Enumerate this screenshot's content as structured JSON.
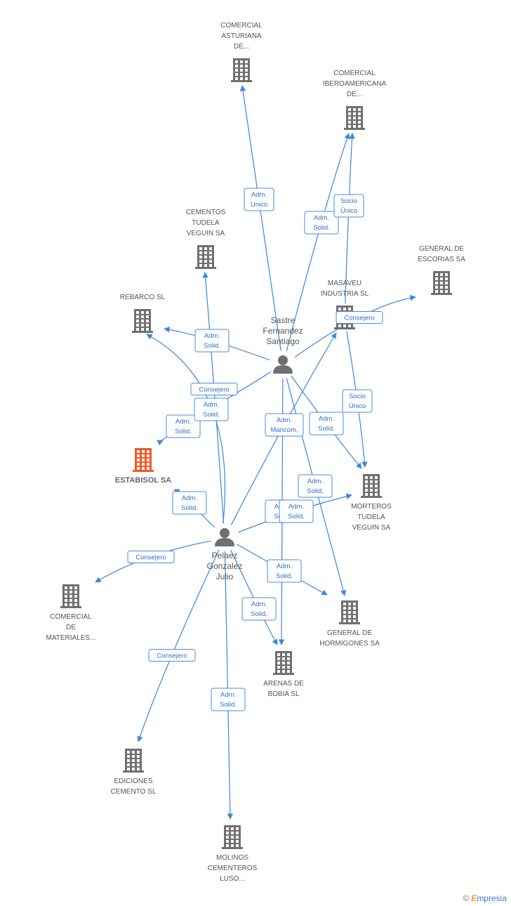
{
  "colors": {
    "edge": "#3d86dc",
    "node": "#707070",
    "focus": "#f05a28",
    "person": "#707070"
  },
  "companies": [
    {
      "id": "comercial_asturiana",
      "lines": [
        "COMERCIAL",
        "ASTURIANA",
        "DE..."
      ],
      "label_pos": "above"
    },
    {
      "id": "comercial_iberoamericana",
      "lines": [
        "COMERCIAL",
        "IBEROAMERICANA",
        "DE..."
      ],
      "label_pos": "above"
    },
    {
      "id": "cementos_tudela",
      "lines": [
        "CEMENTOS",
        "TUDELA",
        "VEGUIN SA"
      ],
      "label_pos": "above"
    },
    {
      "id": "general_escorias",
      "lines": [
        "GENERAL DE",
        "ESCORIAS SA"
      ],
      "label_pos": "above"
    },
    {
      "id": "masaveu",
      "lines": [
        "MASAVEU",
        "INDUSTRIA SL"
      ],
      "label_pos": "above"
    },
    {
      "id": "rebarco",
      "lines": [
        "REBARCO SL"
      ],
      "label_pos": "above"
    },
    {
      "id": "estabisol",
      "lines": [
        "ESTABISOL SA"
      ],
      "label_pos": "below",
      "focus": true
    },
    {
      "id": "morteros",
      "lines": [
        "MORTEROS",
        "TUDELA",
        "VEGUIN SA"
      ],
      "label_pos": "below"
    },
    {
      "id": "comercial_materiales",
      "lines": [
        "COMERCIAL",
        "DE",
        "MATERIALES..."
      ],
      "label_pos": "below"
    },
    {
      "id": "general_hormigones",
      "lines": [
        "GENERAL DE",
        "HORMIGONES SA"
      ],
      "label_pos": "below"
    },
    {
      "id": "arenas_bobia",
      "lines": [
        "ARENAS DE",
        "BOBIA SL"
      ],
      "label_pos": "below"
    },
    {
      "id": "ediciones_cemento",
      "lines": [
        "EDICIONES",
        "CEMENTO SL"
      ],
      "label_pos": "below"
    },
    {
      "id": "molinos",
      "lines": [
        "MOLINOS",
        "CEMENTEROS",
        "LUSO..."
      ],
      "label_pos": "below"
    }
  ],
  "persons": [
    {
      "id": "sastre",
      "lines": [
        "Sastre",
        "Fernandez",
        "Santiago"
      ],
      "label_pos": "above"
    },
    {
      "id": "pelaez",
      "lines": [
        "Pelaez",
        "Gonzalez",
        "Julio"
      ],
      "label_pos": "below"
    }
  ],
  "edges": [
    {
      "from": "sastre",
      "to": "comercial_asturiana",
      "label": [
        "Adm.",
        "Unico"
      ]
    },
    {
      "from": "sastre",
      "to": "comercial_iberoamericana",
      "label": [
        "Adm.",
        "Solid."
      ]
    },
    {
      "from": "masaveu",
      "to": "comercial_iberoamericana",
      "label": [
        "Socio",
        "Único"
      ]
    },
    {
      "from": "sastre",
      "to": "general_escorias",
      "label": [
        "Consejero"
      ]
    },
    {
      "from": "sastre",
      "to": "rebarco",
      "label": [
        "Adm.",
        "Solid."
      ]
    },
    {
      "from": "sastre",
      "to": "estabisol",
      "label": [
        "Adm.",
        "Solid."
      ]
    },
    {
      "from": "masaveu",
      "to": "morteros",
      "label": [
        "Socio",
        "Único"
      ]
    },
    {
      "from": "sastre",
      "to": "morteros",
      "label": [
        "Adm.",
        "Solid."
      ]
    },
    {
      "from": "sastre",
      "to": "general_hormigones",
      "label": [
        "Adm.",
        "Solid."
      ]
    },
    {
      "from": "sastre",
      "to": "arenas_bobia",
      "label": [
        "Adm.",
        "Solid."
      ]
    },
    {
      "from": "pelaez",
      "to": "masaveu",
      "label": [
        "Adm.",
        "Mancom."
      ]
    },
    {
      "from": "pelaez",
      "to": "cementos_tudela",
      "label": [
        "Consejero"
      ]
    },
    {
      "from": "pelaez",
      "to": "rebarco",
      "label": [
        "Adm.",
        "Solid."
      ]
    },
    {
      "from": "pelaez",
      "to": "estabisol",
      "label": [
        "Adm.",
        "Solid."
      ]
    },
    {
      "from": "pelaez",
      "to": "morteros",
      "label": [
        "Adm.",
        "Solid."
      ]
    },
    {
      "from": "pelaez",
      "to": "comercial_materiales",
      "label": [
        "Consejero"
      ]
    },
    {
      "from": "pelaez",
      "to": "general_hormigones",
      "label": [
        "Adm.",
        "Solid."
      ]
    },
    {
      "from": "pelaez",
      "to": "arenas_bobia",
      "label": [
        "Adm.",
        "Solid."
      ]
    },
    {
      "from": "pelaez",
      "to": "ediciones_cemento",
      "label": [
        "Consejero"
      ]
    },
    {
      "from": "pelaez",
      "to": "molinos",
      "label": [
        "Adm.",
        "Solid."
      ]
    }
  ],
  "watermark": {
    "copyright": "©",
    "brand_initial": "E",
    "brand_rest": "mpresia"
  }
}
